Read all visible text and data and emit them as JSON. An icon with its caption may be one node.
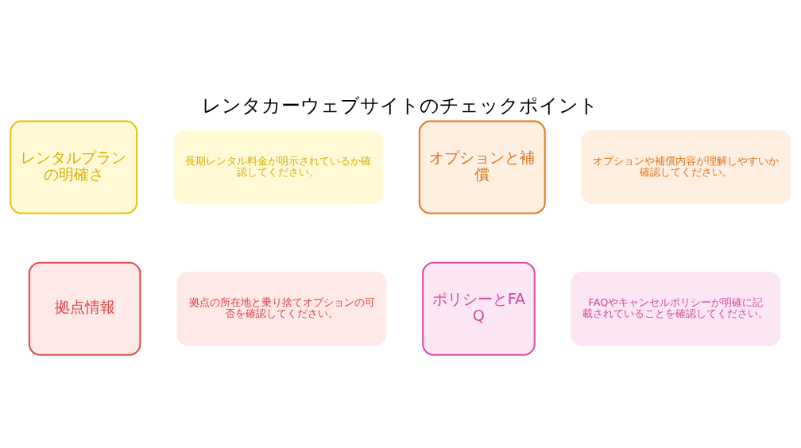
{
  "diagram": {
    "title": "レンタカーウェブサイトのチェックポイント",
    "nodes": [
      {
        "text": [
          "レンタルプランの明確さ"
        ]
      },
      {
        "text": [
          "長期レンタル料金が明示されているか確認してください。"
        ]
      },
      {
        "text": [
          "オプションと補償"
        ]
      },
      {
        "text": [
          "オプションや補償内容が理解しやすいか確認してください。"
        ]
      },
      {
        "text": [
          "拠点情報"
        ]
      },
      {
        "text": [
          "拠点の所在地と乗り捨てオプションの可否を確認してください。"
        ]
      },
      {
        "text": [
          "ポリシーとFAQ"
        ]
      },
      {
        "text": [
          "FAQやキャンセルポリシーが明確に記載されていることを確認してください。"
        ]
      }
    ],
    "edges": []
  }
}
